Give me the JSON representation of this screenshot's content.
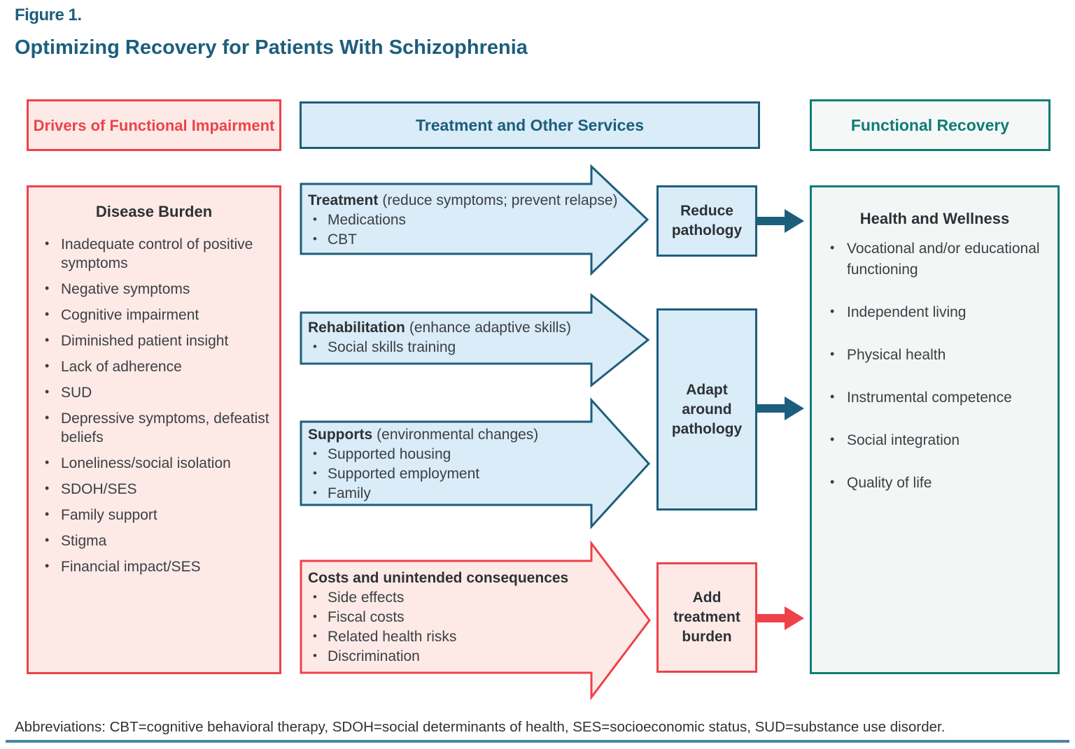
{
  "figure": {
    "label": "Figure 1.",
    "title": "Optimizing Recovery for Patients With Schizophrenia"
  },
  "headers": {
    "drivers": "Drivers of Functional Impairment",
    "treatment": "Treatment and Other Services",
    "recovery": "Functional Recovery"
  },
  "disease_burden": {
    "title": "Disease Burden",
    "items": [
      "Inadequate control of positive symptoms",
      "Negative symptoms",
      "Cognitive impairment",
      "Diminished patient insight",
      "Lack of adherence",
      "SUD",
      "Depressive symptoms, defeatist beliefs",
      "Loneliness/social isolation",
      "SDOH/SES",
      "Family support",
      "Stigma",
      "Financial impact/SES"
    ]
  },
  "arrows": [
    {
      "heading": "Treatment",
      "qualifier": "(reduce symptoms; prevent relapse)",
      "items": [
        "Medications",
        "CBT"
      ]
    },
    {
      "heading": "Rehabilitation",
      "qualifier": "(enhance adaptive skills)",
      "items": [
        "Social skills training"
      ]
    },
    {
      "heading": "Supports",
      "qualifier": "(environmental changes)",
      "items": [
        "Supported housing",
        "Supported employment",
        "Family"
      ]
    },
    {
      "heading": "Costs and unintended consequences",
      "qualifier": "",
      "items": [
        "Side effects",
        "Fiscal costs",
        "Related health risks",
        "Discrimination"
      ]
    }
  ],
  "mid_boxes": [
    {
      "label": "Reduce pathology"
    },
    {
      "label": "Adapt around pathology"
    },
    {
      "label": "Add treatment burden"
    }
  ],
  "health_wellness": {
    "title": "Health and Wellness",
    "items": [
      "Vocational and/or educational functioning",
      "Independent living",
      "Physical health",
      "Instrumental competence",
      "Social integration",
      "Quality of life"
    ]
  },
  "footer": {
    "abbreviations": "Abbreviations: CBT=cognitive behavioral therapy, SDOH=social determinants of health, SES=socioeconomic status, SUD=substance use disorder."
  },
  "colors": {
    "teal_dark": "#1d5e7c",
    "teal_green": "#0e7d74",
    "red": "#ef4149",
    "pink_fill": "#fdeae6",
    "blue_fill": "#d9ecf7",
    "gray_fill": "#f4f6f6",
    "text_dark": "#3b3f44",
    "bottom_rule": "#4a86a0"
  }
}
